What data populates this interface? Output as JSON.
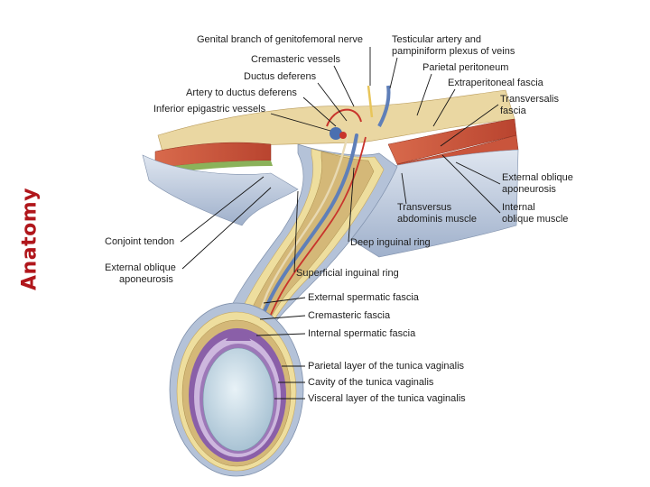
{
  "side_title": "Anatomy",
  "colors": {
    "side_title": "#b0161b",
    "muscle": "#c9553c",
    "aponeurosis": "#b9c4d6",
    "fascia_outer": "#9fb0cb",
    "fascia_yellow": "#eede9e",
    "peritoneum": "#e4cd93",
    "spermatic_cord": "#d4b878",
    "vein": "#5f7fb8",
    "artery": "#c8342c",
    "tunica": "#8a5fa8",
    "testis": "#cfe0ea"
  },
  "labels": {
    "genital_branch": "Genital branch of genitofemoral nerve",
    "testicular_artery_1": "Testicular artery and",
    "testicular_artery_2": "pampiniform plexus of veins",
    "cremasteric_vessels": "Cremasteric vessels",
    "parietal_peritoneum": "Parietal peritoneum",
    "ductus_deferens": "Ductus deferens",
    "extraperitoneal_fascia": "Extraperitoneal fascia",
    "artery_to_ductus": "Artery to ductus deferens",
    "transversalis_1": "Transversalis",
    "transversalis_2": "fascia",
    "inferior_epigastric": "Inferior epigastric vessels",
    "ext_oblique_apo_r1": "External oblique",
    "ext_oblique_apo_r2": "aponeurosis",
    "internal_oblique_1": "Internal",
    "internal_oblique_2": "oblique muscle",
    "transversus_1": "Transversus",
    "transversus_2": "abdominis muscle",
    "conjoint_tendon": "Conjoint tendon",
    "deep_ring": "Deep inguinal ring",
    "ext_oblique_apo_l1": "External oblique",
    "ext_oblique_apo_l2": "aponeurosis",
    "superficial_ring": "Superficial inguinal ring",
    "ext_spermatic": "External spermatic fascia",
    "cremasteric_fascia": "Cremasteric fascia",
    "int_spermatic": "Internal spermatic fascia",
    "parietal_tunica": "Parietal layer of the tunica vaginalis",
    "cavity_tunica": "Cavity of the tunica vaginalis",
    "visceral_tunica": "Visceral layer of the tunica vaginalis"
  }
}
